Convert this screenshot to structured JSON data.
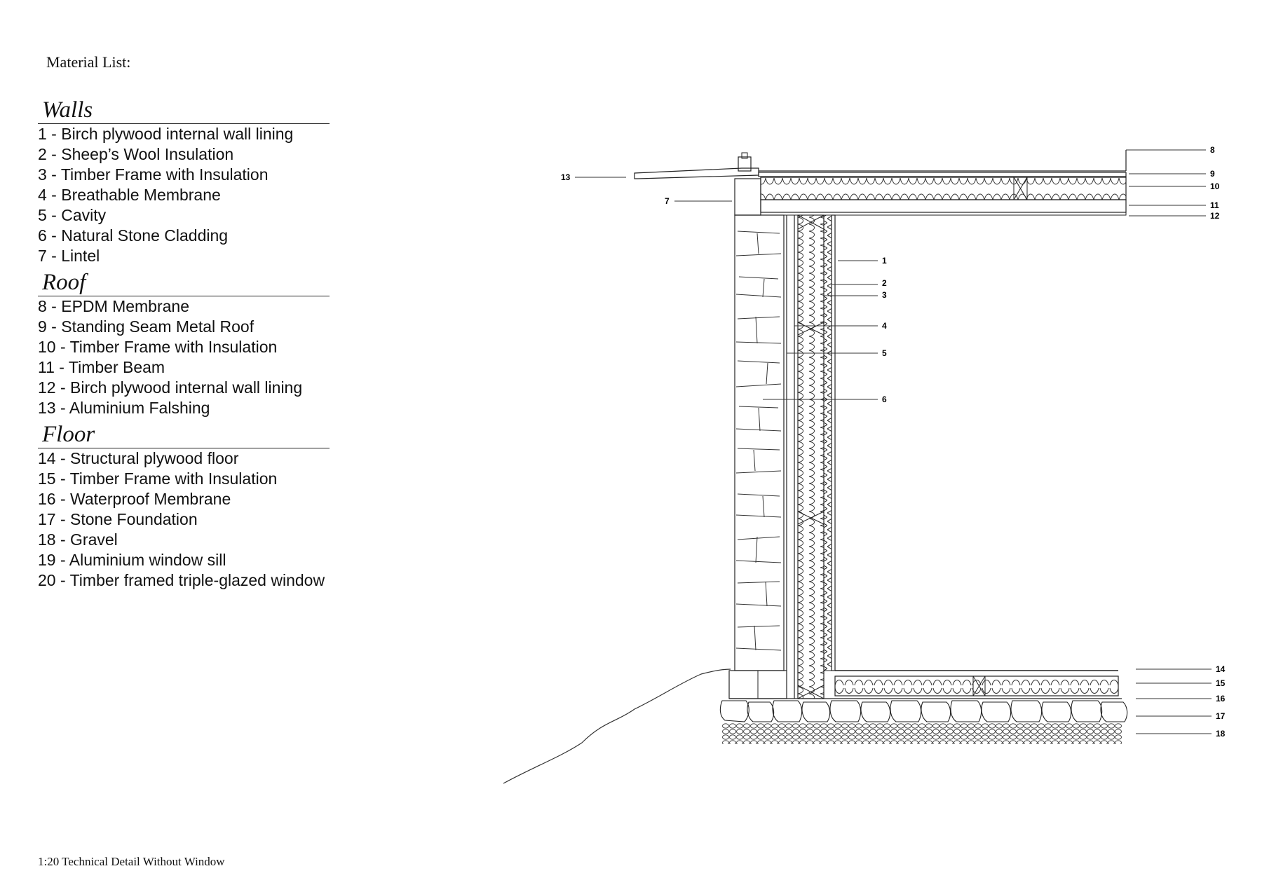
{
  "page": {
    "heading": "Material List:",
    "caption": "1:20 Technical Detail Without Window"
  },
  "sections": [
    {
      "title": "Walls",
      "items": [
        "1 - Birch plywood internal wall lining",
        "2 - Sheep’s Wool Insulation",
        "3 - Timber Frame with Insulation",
        "4 - Breathable Membrane",
        "5 - Cavity",
        "6 - Natural Stone Cladding",
        "7 - Lintel"
      ]
    },
    {
      "title": "Roof",
      "items": [
        "8 - EPDM Membrane",
        "9 - Standing Seam Metal Roof",
        "10 - Timber Frame with Insulation",
        "11 - Timber Beam",
        "12 - Birch plywood internal wall lining",
        "13 - Aluminium Falshing"
      ]
    },
    {
      "title": "Floor",
      "items": [
        "14 - Structural plywood floor",
        "15 - Timber Frame with Insulation",
        "16 - Waterproof Membrane",
        "17 - Stone Foundation",
        "18 - Gravel",
        "19 - Aluminium window sill",
        "20 - Timber framed triple-glazed window"
      ]
    }
  ],
  "callouts": [
    "1",
    "2",
    "3",
    "4",
    "5",
    "6",
    "7",
    "8",
    "9",
    "10",
    "11",
    "12",
    "13",
    "14",
    "15",
    "16",
    "17",
    "18"
  ]
}
